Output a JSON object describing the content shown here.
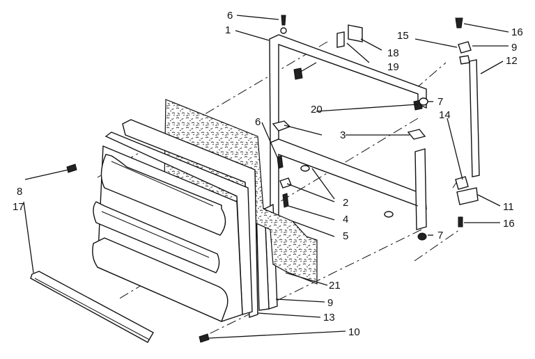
{
  "diagram": {
    "callouts": [
      {
        "id": "c1",
        "text": "1"
      },
      {
        "id": "c2",
        "text": "2"
      },
      {
        "id": "c3",
        "text": "3"
      },
      {
        "id": "c4",
        "text": "4"
      },
      {
        "id": "c5",
        "text": "5"
      },
      {
        "id": "c6a",
        "text": "6"
      },
      {
        "id": "c6b",
        "text": "6"
      },
      {
        "id": "c7a",
        "text": "7"
      },
      {
        "id": "c7b",
        "text": "7"
      },
      {
        "id": "c8",
        "text": "8"
      },
      {
        "id": "c9a",
        "text": "9"
      },
      {
        "id": "c9b",
        "text": "9"
      },
      {
        "id": "c10",
        "text": "10"
      },
      {
        "id": "c11",
        "text": "11"
      },
      {
        "id": "c12",
        "text": "12"
      },
      {
        "id": "c13",
        "text": "13"
      },
      {
        "id": "c14",
        "text": "14"
      },
      {
        "id": "c15",
        "text": "15"
      },
      {
        "id": "c16a",
        "text": "16"
      },
      {
        "id": "c16b",
        "text": "16"
      },
      {
        "id": "c17",
        "text": "17"
      },
      {
        "id": "c18",
        "text": "18"
      },
      {
        "id": "c19",
        "text": "19"
      },
      {
        "id": "c20",
        "text": "20"
      },
      {
        "id": "c21",
        "text": "21"
      }
    ]
  }
}
